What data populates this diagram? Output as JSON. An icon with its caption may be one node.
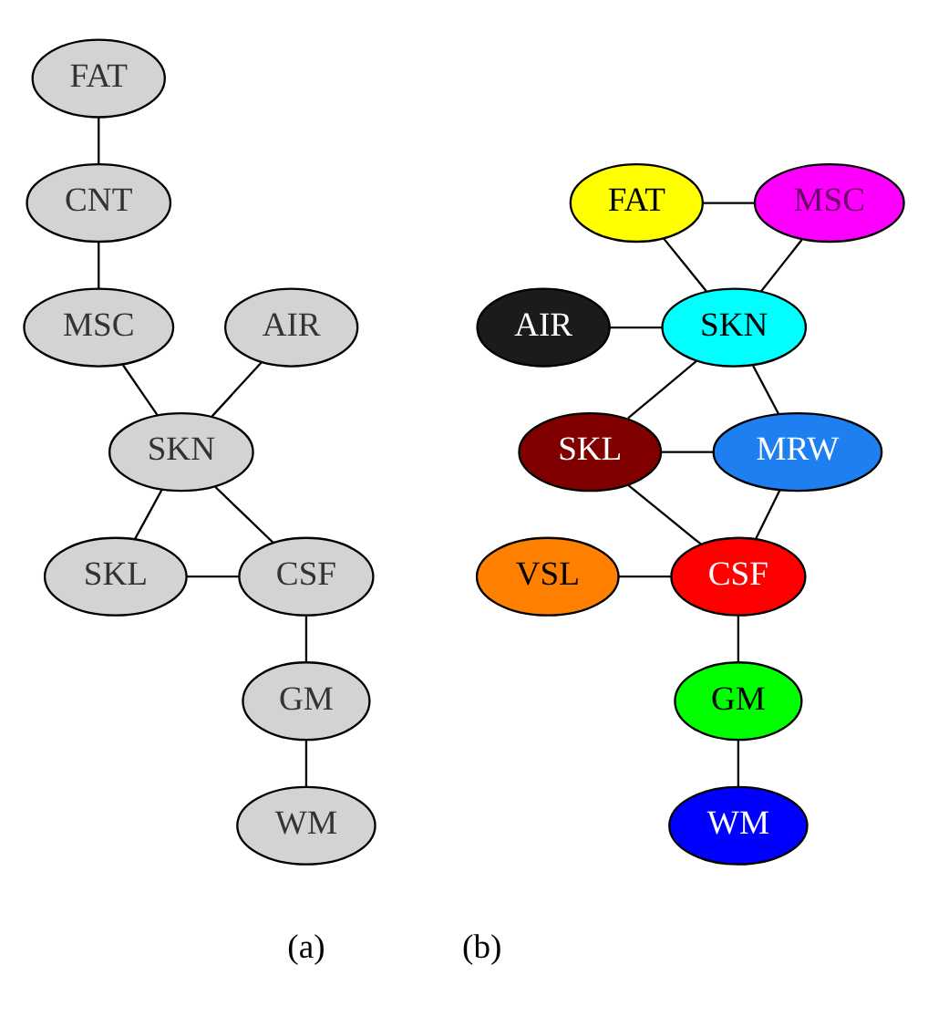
{
  "diagram": {
    "nodes": [
      {
        "text": [
          "FAT"
        ]
      },
      {
        "text": [
          "CNT"
        ]
      },
      {
        "text": [
          "AIR"
        ]
      },
      {
        "text": [
          "MSC"
        ]
      },
      {
        "text": [
          "SKN"
        ]
      },
      {
        "text": [
          "CSF"
        ]
      },
      {
        "text": [
          "SKL"
        ]
      },
      {
        "text": [
          "GM"
        ]
      },
      {
        "text": [
          "WM"
        ]
      },
      {
        "text": [
          "FAT"
        ]
      },
      {
        "text": [
          "MSC"
        ]
      },
      {
        "text": [
          "AIR"
        ]
      },
      {
        "text": [
          "SKN"
        ]
      },
      {
        "text": [
          "SKL"
        ]
      },
      {
        "text": [
          "MRW"
        ]
      },
      {
        "text": [
          "VSL"
        ]
      },
      {
        "text": [
          "CSF"
        ]
      },
      {
        "text": [
          "GM"
        ]
      },
      {
        "text": [
          "WM"
        ]
      }
    ],
    "edges": [
      {
        "from": 0,
        "to": 1,
        "arrow": "none"
      },
      {
        "from": 1,
        "to": 3,
        "arrow": "none"
      },
      {
        "from": 2,
        "to": 4,
        "arrow": "none"
      },
      {
        "from": 3,
        "to": 4,
        "arrow": "none"
      },
      {
        "from": 4,
        "to": 5,
        "arrow": "none"
      },
      {
        "from": 4,
        "to": 6,
        "arrow": "none"
      },
      {
        "from": 6,
        "to": 5,
        "arrow": "none"
      },
      {
        "from": 5,
        "to": 7,
        "arrow": "none"
      },
      {
        "from": 7,
        "to": 8,
        "arrow": "none"
      },
      {
        "from": 9,
        "to": 10,
        "arrow": "none"
      },
      {
        "from": 9,
        "to": 12,
        "arrow": "none"
      },
      {
        "from": 10,
        "to": 12,
        "arrow": "none"
      },
      {
        "from": 11,
        "to": 12,
        "arrow": "none"
      },
      {
        "from": 12,
        "to": 13,
        "arrow": "none"
      },
      {
        "from": 12,
        "to": 14,
        "arrow": "none"
      },
      {
        "from": 13,
        "to": 14,
        "arrow": "none"
      },
      {
        "from": 13,
        "to": 16,
        "arrow": "none"
      },
      {
        "from": 14,
        "to": 16,
        "arrow": "none"
      },
      {
        "from": 15,
        "to": 16,
        "arrow": "none"
      },
      {
        "from": 16,
        "to": 17,
        "arrow": "none"
      },
      {
        "from": 17,
        "to": 18,
        "arrow": "none"
      }
    ],
    "labels": [
      "(a)",
      "(b)"
    ]
  }
}
